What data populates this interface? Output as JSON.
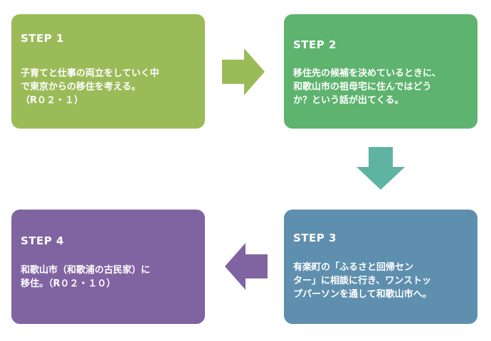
{
  "steps": [
    {
      "title": "STEP 1",
      "text": "子育てと仕事の両立をしていく中\nで東京からの移住を考える。\n（R０２・１）",
      "color": "#9bbb59"
    },
    {
      "title": "STEP 2",
      "text": "移住先の候補を決めているときに、\n和歌山市の祖母宅に住んではどう\nか？という話が出てくる。",
      "color": "#5eb36e"
    },
    {
      "title": "STEP 3",
      "text": "有楽町の「ふるさと回帰セン\nター」に相談に行き、ワンストッ\nプパーソンを通して和歌山市へ。",
      "color": "#5f8fae"
    },
    {
      "title": "STEP 4",
      "text": "和歌山市（和歌浦の古民家）に\n移住。（R０２・１０）",
      "color": "#8064a2"
    }
  ],
  "arrows": {
    "right_color": "#9bbb59",
    "down_color": "#5eb3a3",
    "left_color": "#8064a2"
  }
}
